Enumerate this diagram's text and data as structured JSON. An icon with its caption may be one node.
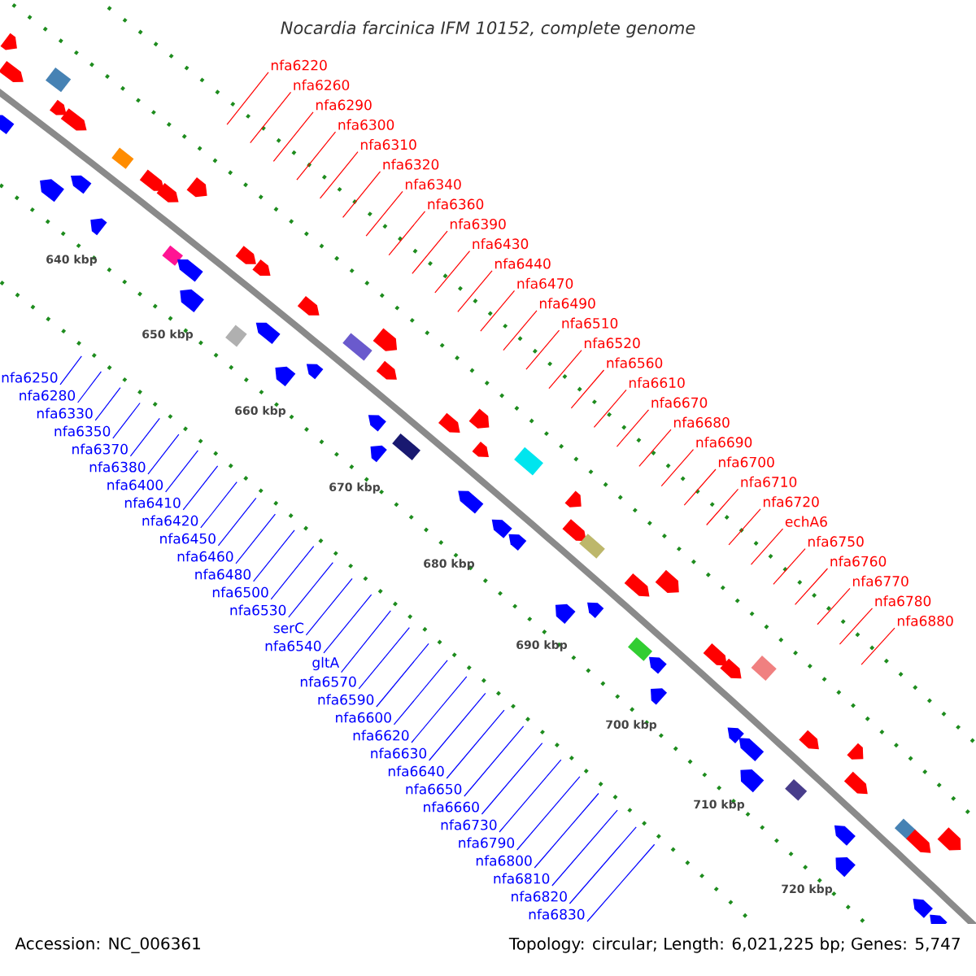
{
  "diagram": {
    "title": "Nocardia farcinica IFM 10152, complete genome",
    "nodes": [
      {
        "text": [
          "nfa6220"
        ]
      },
      {
        "text": [
          "nfa6260"
        ]
      },
      {
        "text": [
          "nfa6290"
        ]
      },
      {
        "text": [
          "nfa6300"
        ]
      },
      {
        "text": [
          "nfa6310"
        ]
      },
      {
        "text": [
          "nfa6320"
        ]
      },
      {
        "text": [
          "nfa6340"
        ]
      },
      {
        "text": [
          "nfa6360"
        ]
      },
      {
        "text": [
          "nfa6390"
        ]
      },
      {
        "text": [
          "nfa6430"
        ]
      },
      {
        "text": [
          "nfa6440"
        ]
      },
      {
        "text": [
          "nfa6470"
        ]
      },
      {
        "text": [
          "nfa6490"
        ]
      },
      {
        "text": [
          "nfa6510"
        ]
      },
      {
        "text": [
          "nfa6520"
        ]
      },
      {
        "text": [
          "nfa6560"
        ]
      },
      {
        "text": [
          "nfa6610"
        ]
      },
      {
        "text": [
          "nfa6670"
        ]
      },
      {
        "text": [
          "nfa6680"
        ]
      },
      {
        "text": [
          "nfa6690"
        ]
      },
      {
        "text": [
          "nfa6700"
        ]
      },
      {
        "text": [
          "nfa6710"
        ]
      },
      {
        "text": [
          "nfa6720"
        ]
      },
      {
        "text": [
          "echA6"
        ]
      },
      {
        "text": [
          "nfa6750"
        ]
      },
      {
        "text": [
          "nfa6760"
        ]
      },
      {
        "text": [
          "nfa6770"
        ]
      },
      {
        "text": [
          "nfa6780"
        ]
      },
      {
        "text": [
          "nfa6880"
        ]
      },
      {
        "text": [
          "nfa6250"
        ]
      },
      {
        "text": [
          "nfa6280"
        ]
      },
      {
        "text": [
          "nfa6330"
        ]
      },
      {
        "text": [
          "nfa6350"
        ]
      },
      {
        "text": [
          "nfa6370"
        ]
      },
      {
        "text": [
          "nfa6380"
        ]
      },
      {
        "text": [
          "nfa6400"
        ]
      },
      {
        "text": [
          "nfa6410"
        ]
      },
      {
        "text": [
          "nfa6420"
        ]
      },
      {
        "text": [
          "nfa6450"
        ]
      },
      {
        "text": [
          "nfa6460"
        ]
      },
      {
        "text": [
          "nfa6480"
        ]
      },
      {
        "text": [
          "nfa6500"
        ]
      },
      {
        "text": [
          "nfa6530"
        ]
      },
      {
        "text": [
          "serC"
        ]
      },
      {
        "text": [
          "nfa6540"
        ]
      },
      {
        "text": [
          "gltA"
        ]
      },
      {
        "text": [
          "nfa6570"
        ]
      },
      {
        "text": [
          "nfa6590"
        ]
      },
      {
        "text": [
          "nfa6600"
        ]
      },
      {
        "text": [
          "nfa6620"
        ]
      },
      {
        "text": [
          "nfa6630"
        ]
      },
      {
        "text": [
          "nfa6640"
        ]
      },
      {
        "text": [
          "nfa6650"
        ]
      },
      {
        "text": [
          "nfa6660"
        ]
      },
      {
        "text": [
          "nfa6730"
        ]
      },
      {
        "text": [
          "nfa6790"
        ]
      },
      {
        "text": [
          "nfa6800"
        ]
      },
      {
        "text": [
          "nfa6810"
        ]
      },
      {
        "text": [
          "nfa6820"
        ]
      },
      {
        "text": [
          "nfa6830"
        ]
      }
    ],
    "edges": [
      {
        "from": 0,
        "to": null,
        "arrow": "none",
        "color": "#ff0000"
      },
      {
        "from": 1,
        "to": null,
        "arrow": "none",
        "color": "#ff0000"
      },
      {
        "from": 2,
        "to": null,
        "arrow": "none",
        "color": "#ff0000"
      },
      {
        "from": 3,
        "to": null,
        "arrow": "none",
        "color": "#ff0000"
      },
      {
        "from": 4,
        "to": null,
        "arrow": "none",
        "color": "#ff0000"
      },
      {
        "from": 5,
        "to": null,
        "arrow": "none",
        "color": "#ff0000"
      },
      {
        "from": 6,
        "to": null,
        "arrow": "none",
        "color": "#ff0000"
      },
      {
        "from": 7,
        "to": null,
        "arrow": "none",
        "color": "#ff0000"
      },
      {
        "from": 8,
        "to": null,
        "arrow": "none",
        "color": "#ff0000"
      },
      {
        "from": 9,
        "to": null,
        "arrow": "none",
        "color": "#ff0000"
      },
      {
        "from": 10,
        "to": null,
        "arrow": "none",
        "color": "#ff0000"
      },
      {
        "from": 11,
        "to": null,
        "arrow": "none",
        "color": "#ff0000"
      },
      {
        "from": 12,
        "to": null,
        "arrow": "none",
        "color": "#ff0000"
      },
      {
        "from": 13,
        "to": null,
        "arrow": "none",
        "color": "#ff0000"
      },
      {
        "from": 14,
        "to": null,
        "arrow": "none",
        "color": "#ff0000"
      },
      {
        "from": 15,
        "to": null,
        "arrow": "none",
        "color": "#ff0000"
      },
      {
        "from": 16,
        "to": null,
        "arrow": "none",
        "color": "#ff0000"
      },
      {
        "from": 17,
        "to": null,
        "arrow": "none",
        "color": "#ff0000"
      },
      {
        "from": 18,
        "to": null,
        "arrow": "none",
        "color": "#ff0000"
      },
      {
        "from": 19,
        "to": null,
        "arrow": "none",
        "color": "#ff0000"
      },
      {
        "from": 20,
        "to": null,
        "arrow": "none",
        "color": "#ff0000"
      },
      {
        "from": 21,
        "to": null,
        "arrow": "none",
        "color": "#ff0000"
      },
      {
        "from": 22,
        "to": null,
        "arrow": "none",
        "color": "#ff0000"
      },
      {
        "from": 23,
        "to": null,
        "arrow": "none",
        "color": "#ff0000"
      },
      {
        "from": 24,
        "to": null,
        "arrow": "none",
        "color": "#ff0000"
      },
      {
        "from": 25,
        "to": null,
        "arrow": "none",
        "color": "#ff0000"
      },
      {
        "from": 26,
        "to": null,
        "arrow": "none",
        "color": "#ff0000"
      },
      {
        "from": 27,
        "to": null,
        "arrow": "none",
        "color": "#ff0000"
      },
      {
        "from": 28,
        "to": null,
        "arrow": "none",
        "color": "#ff0000"
      },
      {
        "from": 29,
        "to": null,
        "arrow": "none"
      },
      {
        "from": 30,
        "to": null,
        "arrow": "none"
      },
      {
        "from": 31,
        "to": null,
        "arrow": "none"
      },
      {
        "from": 32,
        "to": null,
        "arrow": "none"
      },
      {
        "from": 33,
        "to": null,
        "arrow": "none"
      },
      {
        "from": 34,
        "to": null,
        "arrow": "none"
      },
      {
        "from": 35,
        "to": null,
        "arrow": "none"
      },
      {
        "from": 36,
        "to": null,
        "arrow": "none"
      },
      {
        "from": 37,
        "to": null,
        "arrow": "none"
      },
      {
        "from": 38,
        "to": null,
        "arrow": "none"
      },
      {
        "from": 39,
        "to": null,
        "arrow": "none"
      },
      {
        "from": 40,
        "to": null,
        "arrow": "none"
      },
      {
        "from": 41,
        "to": null,
        "arrow": "none"
      },
      {
        "from": 42,
        "to": null,
        "arrow": "none"
      },
      {
        "from": 43,
        "to": null,
        "arrow": "none"
      },
      {
        "from": 44,
        "to": null,
        "arrow": "none"
      },
      {
        "from": 45,
        "to": null,
        "arrow": "none"
      },
      {
        "from": 46,
        "to": null,
        "arrow": "none"
      },
      {
        "from": 47,
        "to": null,
        "arrow": "none"
      },
      {
        "from": 48,
        "to": null,
        "arrow": "none"
      },
      {
        "from": 49,
        "to": null,
        "arrow": "none"
      },
      {
        "from": 50,
        "to": null,
        "arrow": "none"
      },
      {
        "from": 51,
        "to": null,
        "arrow": "none"
      },
      {
        "from": 52,
        "to": null,
        "arrow": "none"
      },
      {
        "from": 53,
        "to": null,
        "arrow": "none"
      },
      {
        "from": 54,
        "to": null,
        "arrow": "none"
      },
      {
        "from": 55,
        "to": null,
        "arrow": "none"
      },
      {
        "from": 56,
        "to": null,
        "arrow": "none"
      },
      {
        "from": 57,
        "to": null,
        "arrow": "none"
      },
      {
        "from": 58,
        "to": null,
        "arrow": "none"
      },
      {
        "from": 59,
        "to": null,
        "arrow": "none"
      }
    ],
    "labels": [
      "640 kbp",
      "650 kbp",
      "660 kbp",
      "670 kbp",
      "680 kbp",
      "690 kbp",
      "700 kbp",
      "710 kbp",
      "720 kbp",
      "Accession: NC_006361",
      "Topology: circular; Length: 6,021,225 bp; Genes: 5,747"
    ]
  }
}
